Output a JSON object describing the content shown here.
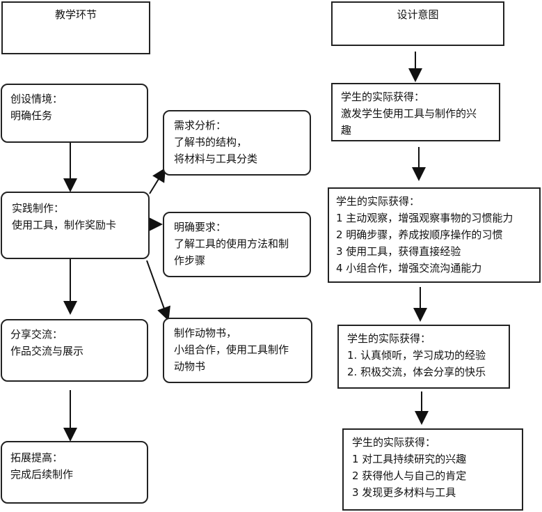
{
  "headers": {
    "left": "教学环节",
    "right": "设计意图"
  },
  "left_steps": [
    {
      "lines": [
        "创设情境：",
        "明确任务"
      ]
    },
    {
      "lines": [
        "实践制作：",
        "使用工具，制作奖励卡"
      ]
    },
    {
      "lines": [
        "分享交流：",
        "作品交流与展示"
      ]
    },
    {
      "lines": [
        "拓展提高：",
        "完成后续制作"
      ]
    }
  ],
  "middle_boxes": [
    {
      "lines": [
        "需求分析：",
        "了解书的结构，",
        "将材料与工具分类"
      ]
    },
    {
      "lines": [
        "明确要求：",
        "了解工具的使用方法和制",
        "作步骤"
      ]
    },
    {
      "lines": [
        "制作动物书，",
        "小组合作，使用工具制作",
        "动物书"
      ]
    }
  ],
  "right_boxes": [
    {
      "lines": [
        "学生的实际获得：",
        "激发学生使用工具与制作的兴",
        "趣"
      ]
    },
    {
      "lines": [
        "学生的实际获得：",
        "1 主动观察，增强观察事物的习惯能力",
        "2 明确步骤，养成按顺序操作的习惯",
        "3 使用工具，获得直接经验",
        "4 小组合作，增强交流沟通能力"
      ]
    },
    {
      "lines": [
        "学生的实际获得：",
        "1.  认真倾听，学习成功的经验",
        "2.  积极交流，体会分享的快乐"
      ]
    },
    {
      "lines": [
        "学生的实际获得：",
        "1 对工具持续研究的兴趣",
        "2 获得他人与自己的肯定",
        "3 发现更多材料与工具"
      ]
    }
  ]
}
